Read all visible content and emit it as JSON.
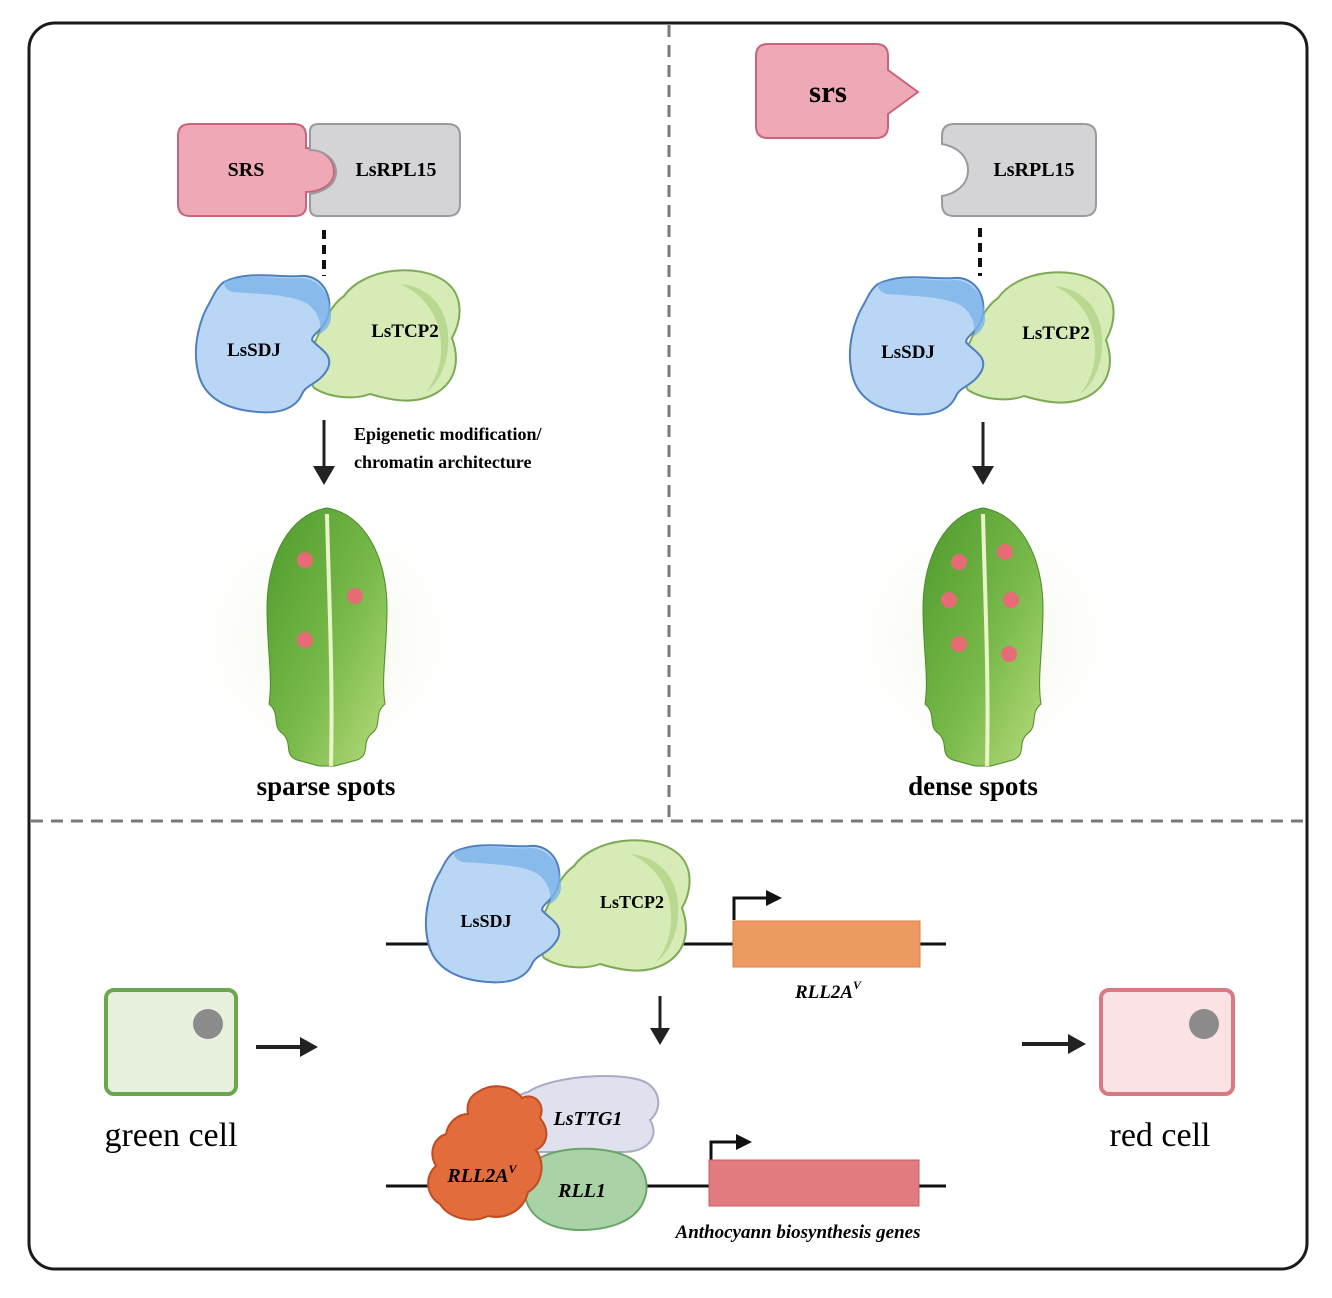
{
  "top_left": {
    "srs_label": "SRS",
    "rpl15_label": "LsRPL15",
    "sdj_label": "LsSDJ",
    "tcp2_label": "LsTCP2",
    "arrow_text_line1": "Epigenetic modification/",
    "arrow_text_line2": "chromatin architecture",
    "caption": "sparse spots",
    "spot_count": 3
  },
  "top_right": {
    "srs_label": "srs",
    "rpl15_label": "LsRPL15",
    "sdj_label": "LsSDJ",
    "tcp2_label": "LsTCP2",
    "caption": "dense spots",
    "spot_count": 6
  },
  "bottom": {
    "sdj_label": "LsSDJ",
    "tcp2_label": "LsTCP2",
    "gene1_label": "RLL2A",
    "gene1_sup": "V",
    "ttg1_label": "LsTTG1",
    "rll2a_label": "RLL2A",
    "rll2a_sup": "V",
    "rll1_label": "RLL1",
    "gene2_label": "Anthocyann biosynthesis genes",
    "green_cell_label": "green cell",
    "red_cell_label": "red cell"
  },
  "colors": {
    "srs_pink": "#efa9b6",
    "rpl15_gray": "#d4d4d6",
    "sdj_blue": "#b9d6f4",
    "tcp2_green": "#d6ebb6",
    "leaf_green": "#6cae3c",
    "spot_red": "#e76b75",
    "gene1_orange": "#ec9a62",
    "gene2_red": "#e17b80",
    "rll2a_orange": "#e36c3c",
    "ttg1_lavender": "#dfe1ee",
    "rll1_green": "#a9d3a6"
  }
}
